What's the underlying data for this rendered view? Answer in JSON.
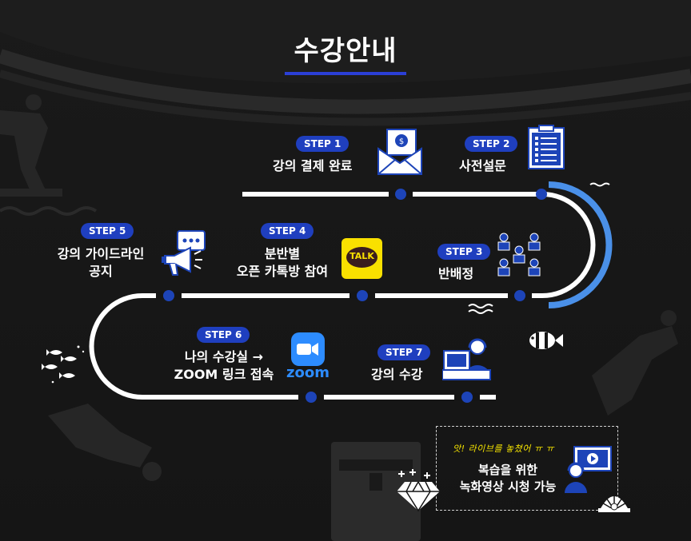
{
  "title": "수강안내",
  "colors": {
    "accent_blue": "#2b3fd6",
    "badge_blue": "#1f3fbf",
    "track_highlight": "#4a90e8",
    "kakao_yellow": "#f9e000",
    "zoom_blue": "#2d8cff",
    "note_yellow": "#f5e400"
  },
  "steps": [
    {
      "badge": "STEP 1",
      "lines": [
        "강의 결제 완료"
      ],
      "icon": "envelope-money-icon"
    },
    {
      "badge": "STEP 2",
      "lines": [
        "사전설문"
      ],
      "icon": "clipboard-list-icon"
    },
    {
      "badge": "STEP 3",
      "lines": [
        "반배정"
      ],
      "icon": "people-group-icon"
    },
    {
      "badge": "STEP 4",
      "lines": [
        "분반별",
        "오픈 카톡방 참여"
      ],
      "icon": "kakaotalk-icon",
      "icon_text": "TALK"
    },
    {
      "badge": "STEP 5",
      "lines": [
        "강의 가이드라인",
        "공지"
      ],
      "icon": "megaphone-icon"
    },
    {
      "badge": "STEP 6",
      "lines": [
        "나의 수강실 →",
        "ZOOM 링크 접속"
      ],
      "icon": "zoom-logo-icon",
      "icon_text": "zoom"
    },
    {
      "badge": "STEP 7",
      "lines": [
        "강의 수강"
      ],
      "icon": "online-lecture-icon"
    }
  ],
  "bonus": {
    "handwritten": "앗! 라이브를 놓쳤어 ㅠ ㅠ",
    "lines": [
      "복습을 위한",
      "녹화영상 시청 가능"
    ],
    "icon": "video-replay-icon"
  },
  "decorations": [
    "diver-icon",
    "fish-school-icon",
    "clownfish-icon",
    "waves-icon",
    "diamond-icon",
    "shell-pearl-icon",
    "treasure-chest-icon",
    "scuba-diver-icon"
  ]
}
